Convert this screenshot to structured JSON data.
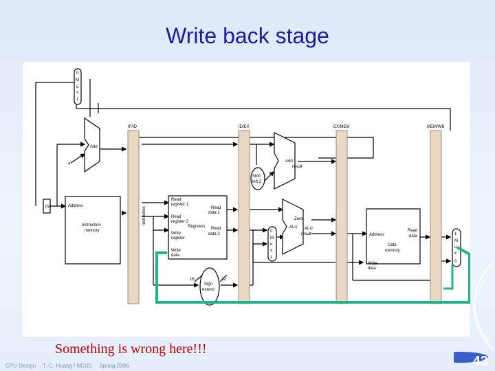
{
  "slide": {
    "title": "Write back stage",
    "caption": "Something is wrong here!!!",
    "footer": [
      "CPU Design",
      "T.-C. Huang / NCUE",
      "Spring 2006"
    ],
    "page_number": "43"
  },
  "diagram": {
    "pipeline_registers": [
      "IF/ID",
      "ID/EX",
      "EX/MEM",
      "MEM/WB"
    ],
    "pc_label": "PC",
    "constant_label": "4",
    "add_label": "Add",
    "add_result": [
      "Add",
      "result"
    ],
    "shift_left": [
      "Shift",
      "left 2"
    ],
    "mux_top": [
      "0",
      "M",
      "u",
      "x",
      "1"
    ],
    "mux_alu": [
      "0",
      "M",
      "u",
      "x",
      "1"
    ],
    "mux_wb": [
      "1",
      "M",
      "u",
      "x",
      "0"
    ],
    "instruction_memory": {
      "address": "Address",
      "name": [
        "Instruction",
        "memory"
      ],
      "instruction_vertical": "Instruction"
    },
    "registers": {
      "read_register_1": [
        "Read",
        "register 1"
      ],
      "read_register_2": [
        "Read",
        "register 2"
      ],
      "write_register": [
        "Write",
        "register"
      ],
      "write_data": [
        "Write",
        "data"
      ],
      "read_data_1": [
        "Read",
        "data 1"
      ],
      "read_data_2": [
        "Read",
        "data 2"
      ],
      "name": "Registers"
    },
    "alu": {
      "zero": "Zero",
      "alu": "ALU",
      "alu_result": [
        "ALU",
        "result"
      ]
    },
    "data_memory": {
      "address": "Address",
      "read_data": [
        "Read",
        "data"
      ],
      "name": [
        "Data",
        "memory"
      ],
      "write_data": [
        "Write",
        "data"
      ]
    },
    "sign_extend": {
      "in_bits": "16",
      "out_bits": "32",
      "name": [
        "Sign",
        "extend"
      ]
    },
    "highlight_color": "#1fb385"
  }
}
